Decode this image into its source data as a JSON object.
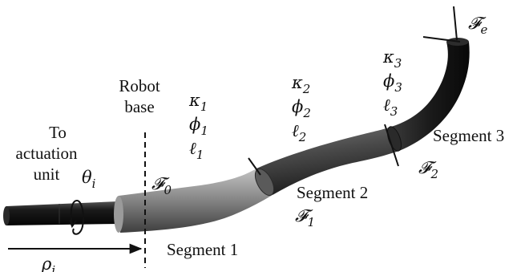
{
  "labels": {
    "to_actuation": [
      "To",
      "actuation",
      "unit"
    ],
    "robot_base": [
      "Robot",
      "base"
    ],
    "segment_1": "Segment 1",
    "segment_2": "Segment 2",
    "segment_3": "Segment 3"
  },
  "math": {
    "theta": {
      "base": "θ",
      "sub": "i"
    },
    "rho": {
      "base": "ρ",
      "sub": "i"
    },
    "frame_0": {
      "base": "𝓕",
      "sub": "0"
    },
    "frame_1": {
      "base": "𝓕",
      "sub": "1"
    },
    "frame_2": {
      "base": "𝓕",
      "sub": "2"
    },
    "frame_e": {
      "base": "𝓕",
      "sub": "e"
    },
    "seg1_params": [
      {
        "base": "κ",
        "sub": "1"
      },
      {
        "base": "ϕ",
        "sub": "1"
      },
      {
        "base": "ℓ",
        "sub": "1"
      }
    ],
    "seg2_params": [
      {
        "base": "κ",
        "sub": "2"
      },
      {
        "base": "ϕ",
        "sub": "2"
      },
      {
        "base": "ℓ",
        "sub": "2"
      }
    ],
    "seg3_params": [
      {
        "base": "κ",
        "sub": "3"
      },
      {
        "base": "ϕ",
        "sub": "3"
      },
      {
        "base": "ℓ",
        "sub": "3"
      }
    ]
  },
  "colors": {
    "actuation_tube": "#161616",
    "segment1": "#8a8a8a",
    "segment2": "#4a4a4a",
    "segment3": "#1c1c1c"
  }
}
